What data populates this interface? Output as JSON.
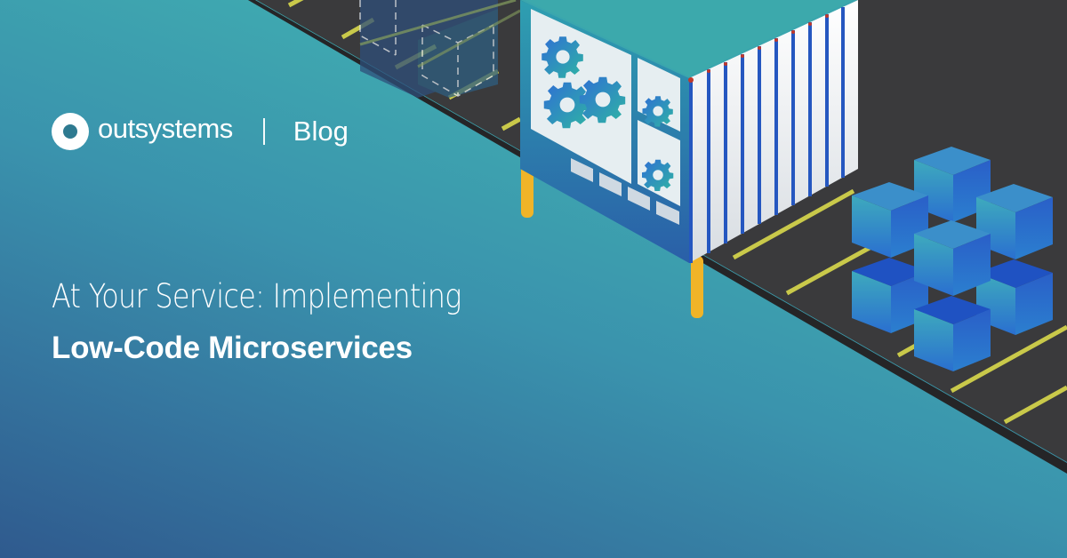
{
  "brand": {
    "logo_word": "outsystems",
    "section": "Blog"
  },
  "headline": {
    "line1": "At Your Service: Implementing",
    "line2": "Low-Code Microservices"
  },
  "illustration": {
    "subject": "conveyor-belt-with-container-and-cubes",
    "icons": [
      "gear-icon",
      "cube-icon",
      "container-icon",
      "conveyor-belt-icon"
    ]
  },
  "colors": {
    "background_top_right": "#44bba9",
    "background_bottom_left": "#2f5a8e",
    "belt": "#3a3a3c",
    "belt_stripe": "#c9c94a",
    "leg": "#f0b428",
    "cube_light": "#3fa4c8",
    "cube_dark": "#1f52c2",
    "container_panel": "#e6eef1",
    "text": "#ffffff"
  }
}
